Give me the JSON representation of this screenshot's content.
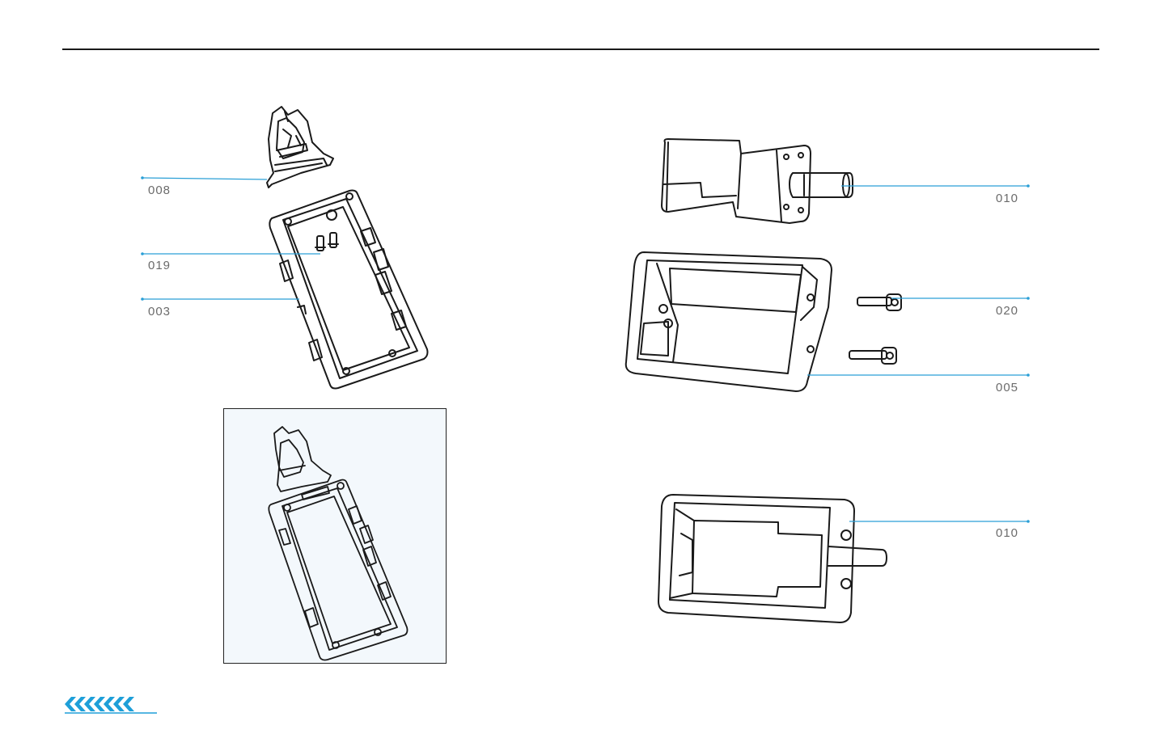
{
  "callouts": {
    "left": [
      "008",
      "019",
      "003"
    ],
    "right_top": [
      "010",
      "020",
      "005"
    ],
    "right_bottom": [
      "010"
    ]
  },
  "colors": {
    "leader": "#2a9fd6",
    "line": "#1a1a1a",
    "label": "#6b6b6b",
    "inset_bg": "#f3f8fc",
    "nav_accent": "#1e9fd8"
  },
  "icons": {
    "footer": "chevron-left-arrows-icon"
  }
}
